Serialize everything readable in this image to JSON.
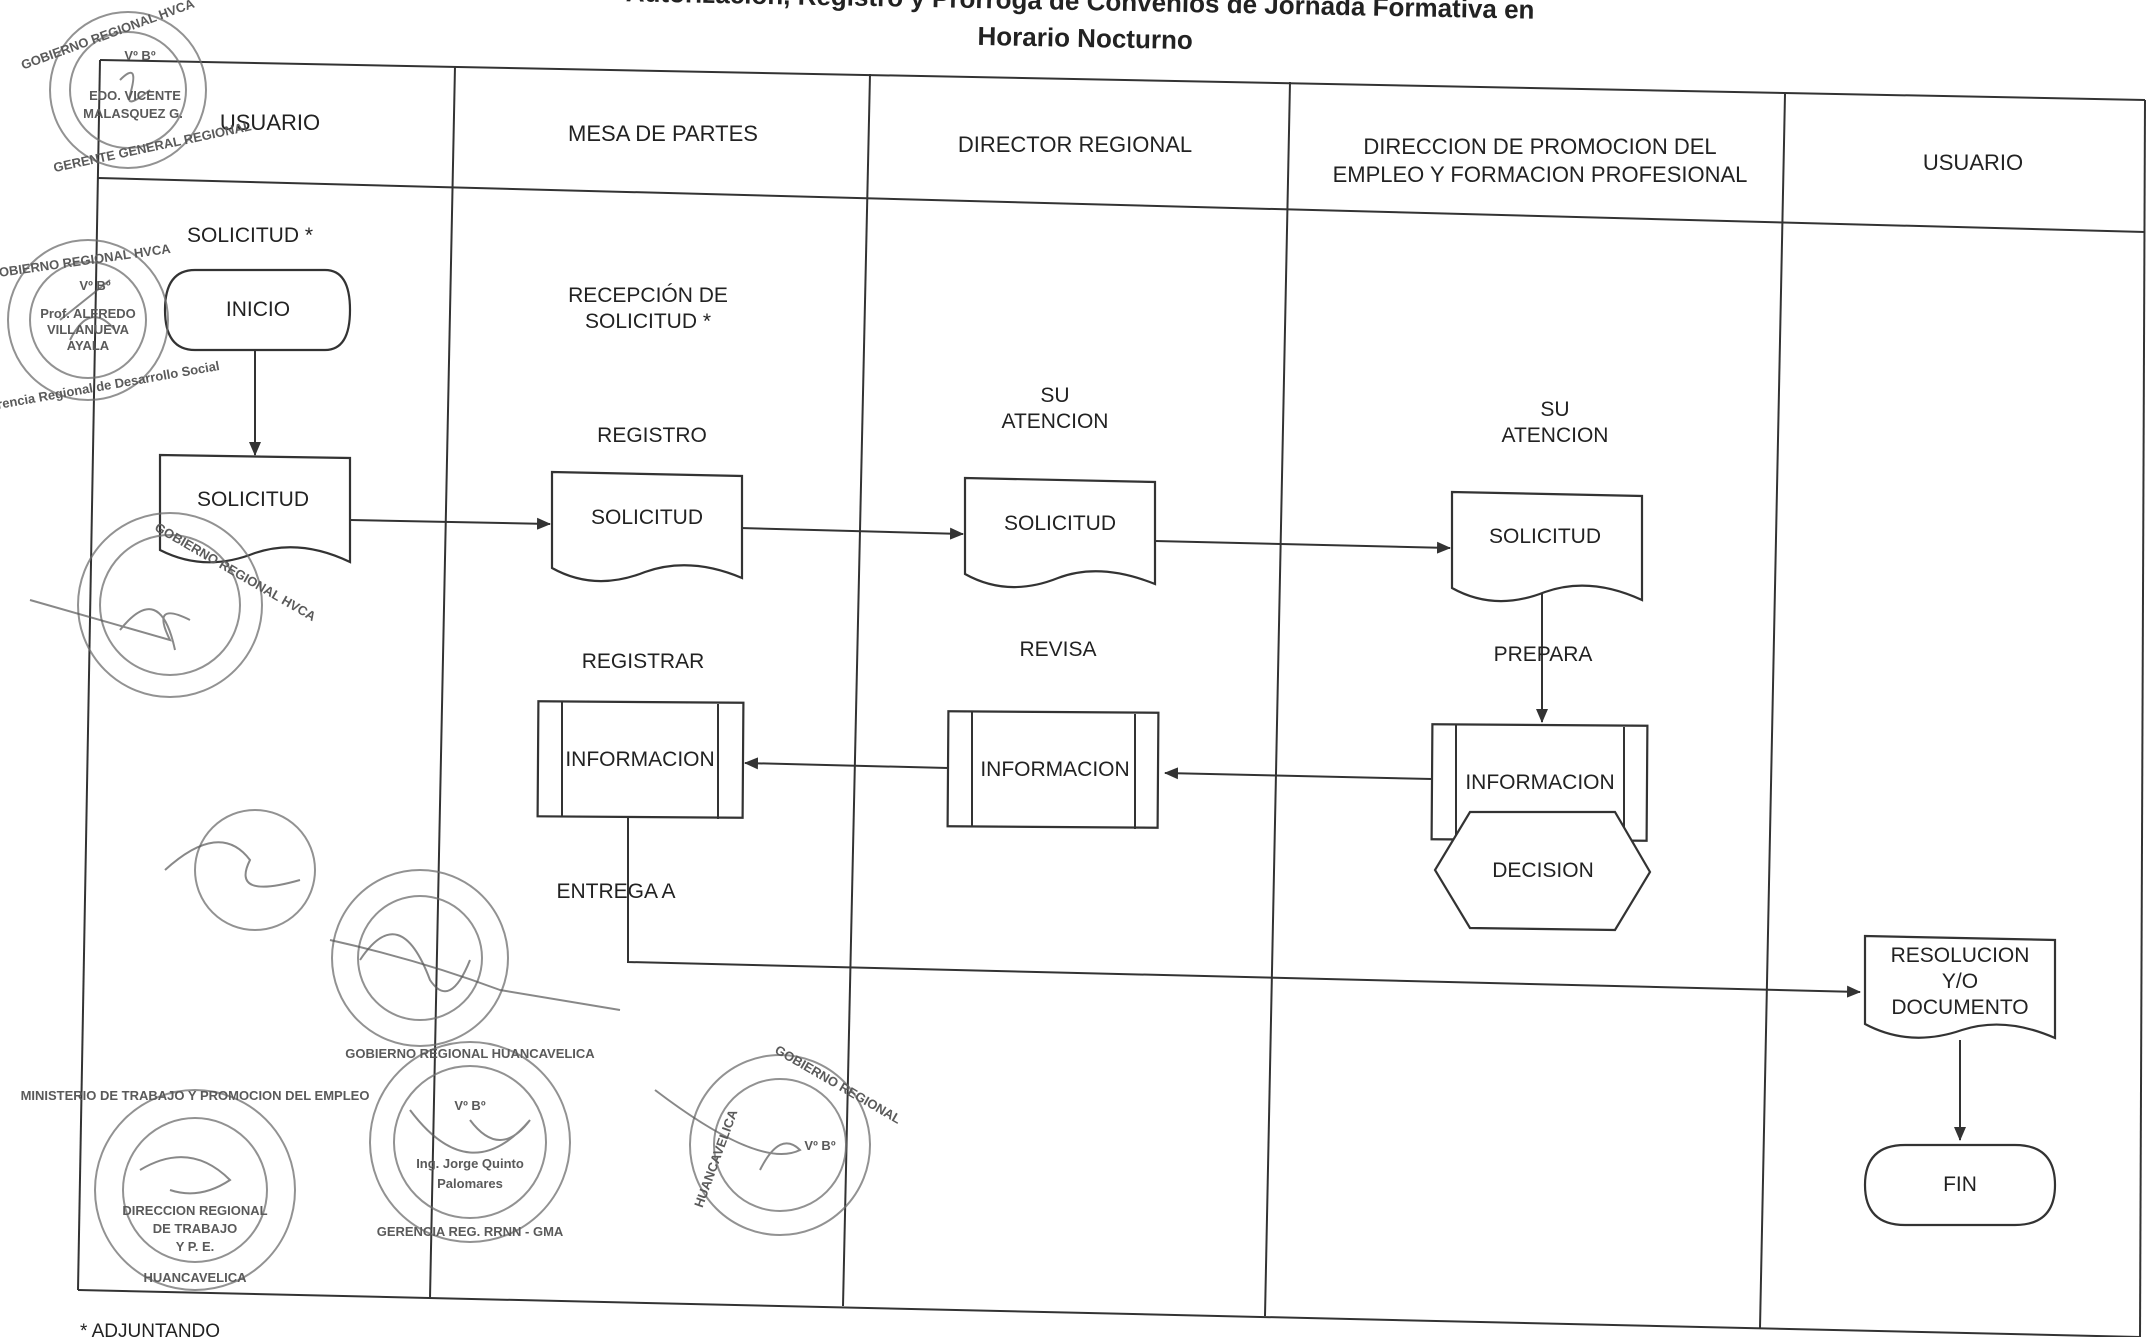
{
  "title": {
    "line1": "Autorización, Registro y Prórroga de Convenios de Jornada Formativa en",
    "line2": "Horario Nocturno"
  },
  "lanes": [
    {
      "id": "usuario1",
      "label_lines": [
        "USUARIO"
      ]
    },
    {
      "id": "mesa",
      "label_lines": [
        "MESA DE PARTES"
      ]
    },
    {
      "id": "director",
      "label_lines": [
        "DIRECTOR REGIONAL"
      ]
    },
    {
      "id": "direccion",
      "label_lines": [
        "DIRECCION DE PROMOCION DEL",
        "EMPLEO Y FORMACION PROFESIONAL"
      ]
    },
    {
      "id": "usuario2",
      "label_lines": [
        "USUARIO"
      ]
    }
  ],
  "labels": {
    "solicitud_star": "SOLICITUD *",
    "recepcion_1": "RECEPCIÓN DE",
    "recepcion_2": "SOLICITUD *",
    "registro": "REGISTRO",
    "su_atencion_dir_1": "SU",
    "su_atencion_dir_2": "ATENCION",
    "su_atencion_dp_1": "SU",
    "su_atencion_dp_2": "ATENCION",
    "registrar": "REGISTRAR",
    "revisa": "REVISA",
    "prepara": "PREPARA",
    "entrega": "ENTREGA  A"
  },
  "nodes": {
    "inicio": "INICIO",
    "solicitud_usuario": "SOLICITUD",
    "solicitud_mesa": "SOLICITUD",
    "solicitud_director": "SOLICITUD",
    "solicitud_direccion": "SOLICITUD",
    "informacion_mesa": "INFORMACION",
    "informacion_director": "INFORMACION",
    "informacion_direccion": "INFORMACION",
    "decision": "DECISION",
    "resolucion_1": "RESOLUCION",
    "resolucion_2": "Y/O",
    "resolucion_3": "DOCUMENTO",
    "fin": "FIN"
  },
  "footnote": "* ADJUNTANDO",
  "stamps": {
    "s1_line1": "GOBIERNO REGIONAL HVCA",
    "s1_line2": "Vº Bº",
    "s1_line3": "EDO. VICENTE",
    "s1_line4": "MALASQUEZ G.",
    "s1_line5": "GERENTE GENERAL REGIONAL",
    "s2_line1": "GOBIERNO REGIONAL HVCA",
    "s2_line2": "Vº Bº",
    "s2_line3": "Prof. ALFREDO",
    "s2_line4": "VILLANUEVA",
    "s2_line5": "AYALA",
    "s2_line6": "Gerencia Regional de Desarrollo Social",
    "s3_line1": "GOBIERNO REGIONAL HVCA",
    "s4_line1": "GOBIERNO REGIONAL HUANCAVELICA",
    "s4_line2": "Vº Bº",
    "s4_line3": "Ing. Jorge Quinto",
    "s4_line4": "Palomares",
    "s4_line5": "GERENCIA REG. RRNN - GMA",
    "s5_line1": "MINISTERIO DE TRABAJO Y PROMOCION DEL EMPLEO",
    "s5_line2": "DIRECCION REGIONAL",
    "s5_line3": "DE TRABAJO",
    "s5_line4": "Y P. E.",
    "s5_line5": "HUANCAVELICA",
    "s6_line1": "GOBIERNO REGIONAL",
    "s6_line2": "HUANCAVELICA",
    "s6_line3": "Vº Bº"
  }
}
